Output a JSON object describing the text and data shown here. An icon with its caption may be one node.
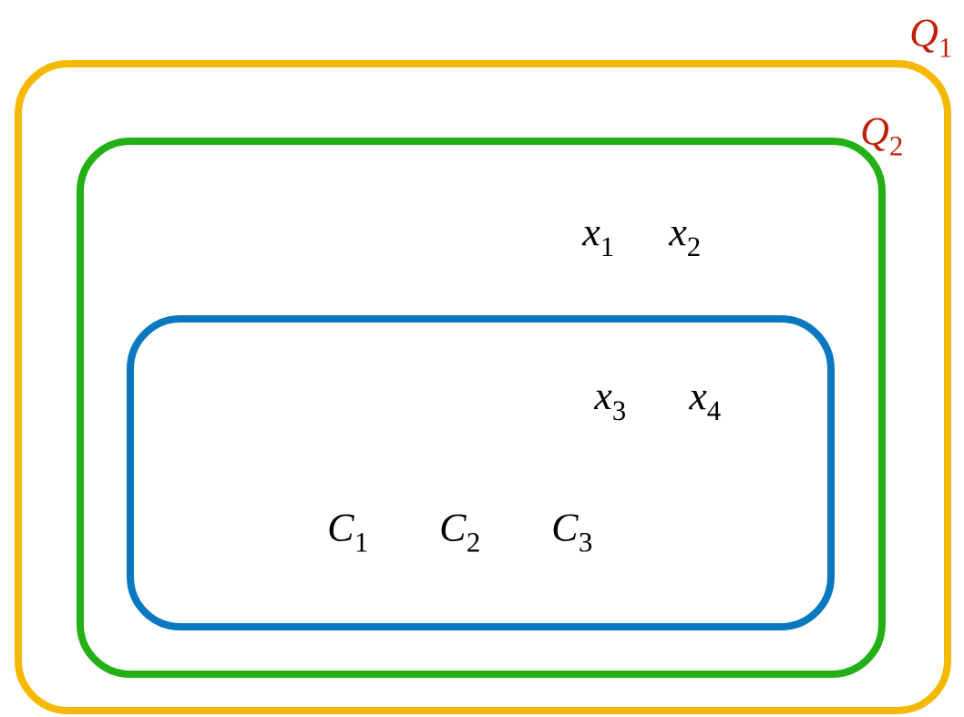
{
  "diagram": {
    "nodes": [
      {
        "text": [
          "*Q*$_{1}$"
        ]
      },
      {
        "text": [
          "*Q*$_{2}$",
          "*x*$_{1}$",
          "*x*$_{2}$"
        ],
        "in": 0
      },
      {
        "text": [
          "*x*$_{3}$",
          "*x*$_{4}$",
          "*C*$_{1}$",
          "*C*$_{2}$",
          "*C*$_{3}$"
        ],
        "in": 1
      }
    ]
  }
}
